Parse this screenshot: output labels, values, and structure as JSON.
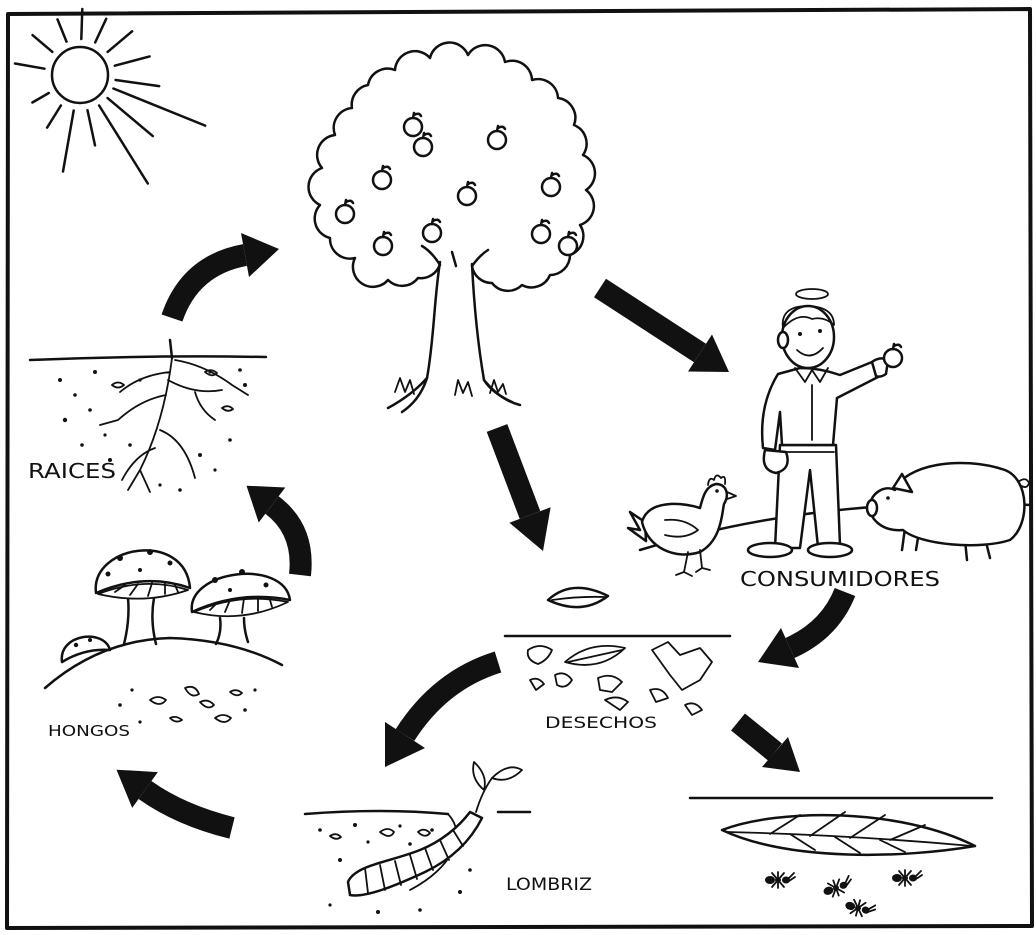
{
  "labels": {
    "raices": "RAICES",
    "consumidores": "CONSUMIDORES",
    "desechos": "DESECHOS",
    "hongos": "HONGOS",
    "lombriz": "LOMBRIZ"
  },
  "colors": {
    "ink": "#111111",
    "paper": "#ffffff"
  }
}
